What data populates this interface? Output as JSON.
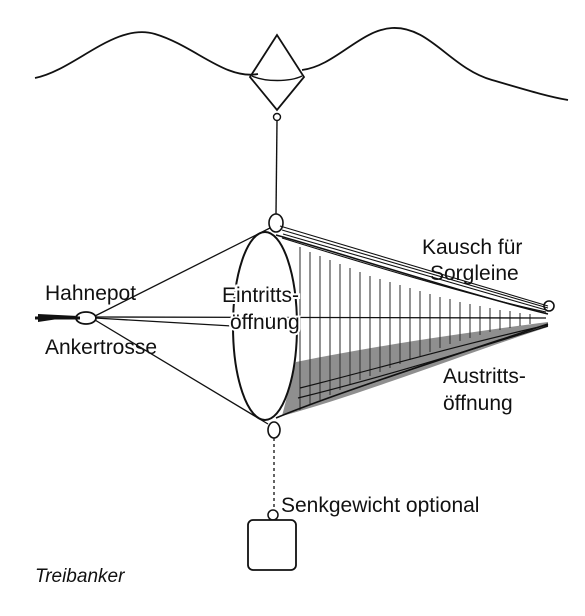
{
  "title": "",
  "caption": "Treibanker",
  "labels": {
    "kausch_line1": "Kausch für",
    "kausch_line2": "Sorgleine",
    "hahnepot": "Hahnepot",
    "ankertrosse": "Ankertrosse",
    "eintritts_line1": "Eintritts-",
    "eintritts_line2": "öffnung",
    "austritts_line1": "Austritts-",
    "austritts_line2": "öffnung",
    "senkgewicht": "Senkgewicht optional"
  },
  "colors": {
    "ink": "#111111",
    "background": "#ffffff"
  }
}
